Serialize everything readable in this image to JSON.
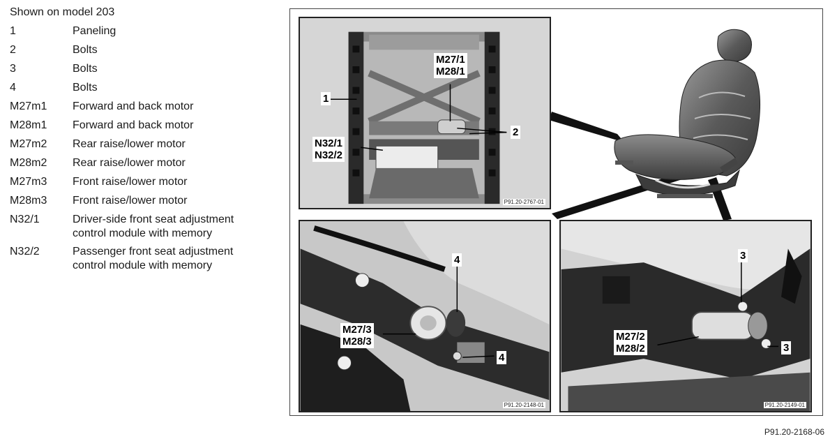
{
  "legend": {
    "title": "Shown on model 203",
    "items": [
      {
        "code": "1",
        "desc": [
          "Paneling"
        ]
      },
      {
        "code": "2",
        "desc": [
          "Bolts"
        ]
      },
      {
        "code": "3",
        "desc": [
          "Bolts"
        ]
      },
      {
        "code": "4",
        "desc": [
          "Bolts"
        ]
      },
      {
        "code": "M27m1",
        "desc": [
          "Forward and back motor"
        ]
      },
      {
        "code": "M28m1",
        "desc": [
          "Forward and back motor"
        ]
      },
      {
        "code": "M27m2",
        "desc": [
          "Rear raise/lower motor"
        ]
      },
      {
        "code": "M28m2",
        "desc": [
          "Rear raise/lower motor"
        ]
      },
      {
        "code": "M27m3",
        "desc": [
          "Front raise/lower motor"
        ]
      },
      {
        "code": "M28m3",
        "desc": [
          "Front raise/lower motor"
        ]
      },
      {
        "code": "N32/1",
        "desc": [
          "Driver-side front seat adjustment",
          "control module with memory"
        ]
      },
      {
        "code": "N32/2",
        "desc": [
          "Passenger front seat adjustment",
          "control module with memory"
        ]
      }
    ]
  },
  "figure": {
    "top_photo": {
      "callouts": {
        "c1": "1",
        "m27_1": "M27/1",
        "m28_1": "M28/1",
        "c2": "2",
        "n32_1": "N32/1",
        "n32_2": "N32/2"
      },
      "code": "P91.20-2767-01"
    },
    "bottom_left_photo": {
      "callouts": {
        "c4a": "4",
        "m27_3": "M27/3",
        "m28_3": "M28/3",
        "c4b": "4"
      },
      "code": "P91.20-2148-01"
    },
    "bottom_right_photo": {
      "callouts": {
        "c3a": "3",
        "m27_2": "M27/2",
        "m28_2": "M28/2",
        "c3b": "3"
      },
      "code": "P91.20-2149-01"
    },
    "reference": "P91.20-2168-06"
  }
}
